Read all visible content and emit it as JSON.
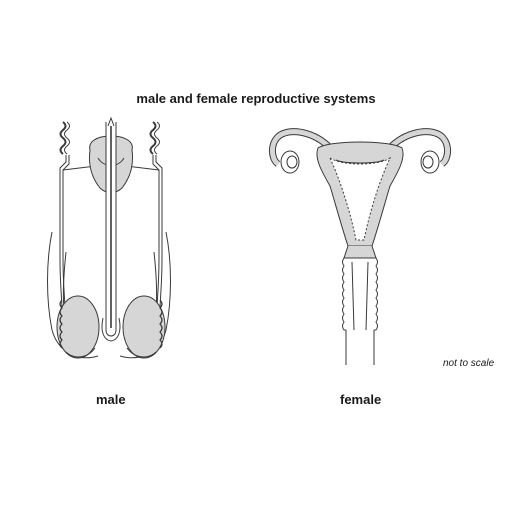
{
  "title": "male and female reproductive systems",
  "labels": {
    "male": "male",
    "female": "female"
  },
  "note": "not to scale",
  "colors": {
    "fill": "#d6d6d6",
    "stroke": "#3a3a3a",
    "background": "#ffffff"
  }
}
